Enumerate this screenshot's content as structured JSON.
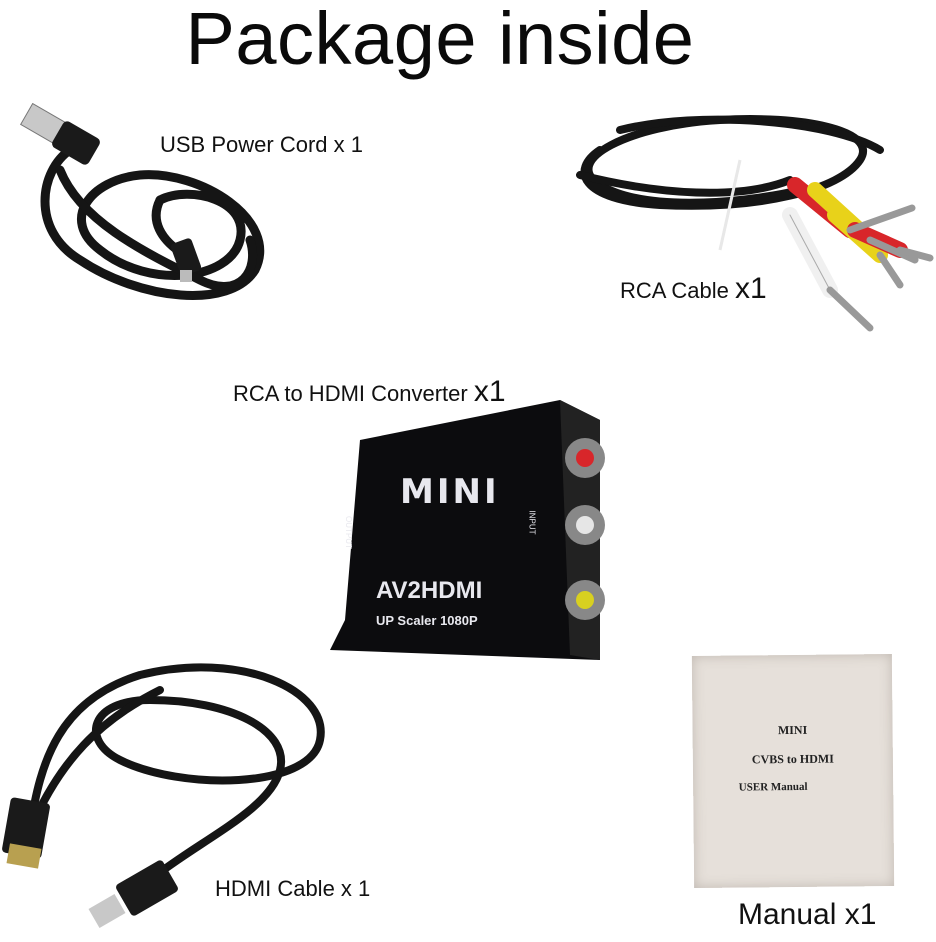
{
  "title": "Package inside",
  "items": {
    "usb": {
      "label": "USB Power Cord x 1"
    },
    "rca": {
      "label": "RCA Cable ",
      "qty": "x1"
    },
    "converter": {
      "label": "RCA to HDMI Converter ",
      "qty": "x1",
      "brand": "MINI",
      "model": "AV2HDMI",
      "subtitle": "UP Scaler 1080P",
      "input_label": "INPUT",
      "output_label": "OUTPUT"
    },
    "hdmi": {
      "label": "HDMI Cable x 1"
    },
    "manual": {
      "label": "Manual x1",
      "line1": "MINI",
      "line2": "CVBS to HDMI",
      "line3": "USER Manual"
    }
  },
  "colors": {
    "rca_red": "#d8262a",
    "rca_yellow": "#e8d21a",
    "rca_white": "#f0f0f0",
    "cable": "#161616"
  }
}
